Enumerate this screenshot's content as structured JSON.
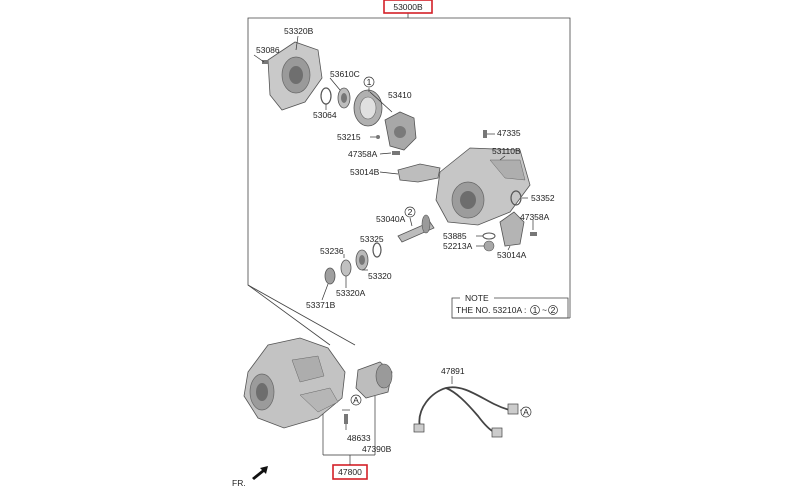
{
  "assemblies": {
    "upper": "53000B",
    "lower": "47800"
  },
  "parts": {
    "p53320B": "53320B",
    "p53086": "53086",
    "p53610C": "53610C",
    "p53064": "53064",
    "p53410": "53410",
    "p53215": "53215",
    "p47335": "47335",
    "p47358A_1": "47358A",
    "p53110B": "53110B",
    "p53014B": "53014B",
    "p53352": "53352",
    "p53040A": "53040A",
    "p47358A_2": "47358A",
    "p53885": "53885",
    "p52213A": "52213A",
    "p53325": "53325",
    "p53236": "53236",
    "p53014A": "53014A",
    "p53320": "53320",
    "p53320A": "53320A",
    "p53371B": "53371B",
    "p47891": "47891",
    "p48633": "48633",
    "p47390B": "47390B"
  },
  "callouts": {
    "one": "1",
    "two": "2",
    "a": "A"
  },
  "note": {
    "title": "NOTE",
    "text": "THE NO. 53210A : ",
    "range_start": "1",
    "range_sep": "~",
    "range_end": "2"
  },
  "orientation": {
    "label": "FR."
  },
  "icons": [
    "front-arrow-icon"
  ]
}
